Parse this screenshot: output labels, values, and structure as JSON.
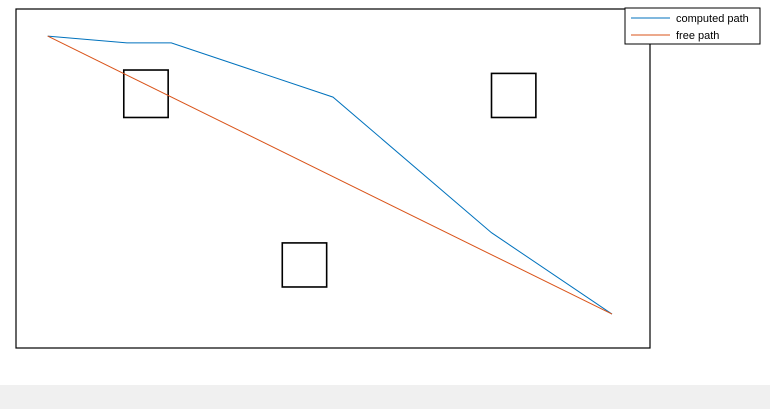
{
  "chart_data": {
    "type": "line",
    "title": "",
    "xlabel": "",
    "ylabel": "",
    "xlim": [
      0,
      100
    ],
    "ylim": [
      0,
      50
    ],
    "axes_visible": false,
    "grid": false,
    "legend_position": "top-right",
    "series": [
      {
        "name": "computed path",
        "color": "#0072BD",
        "x": [
          5,
          17.5,
          24.5,
          50,
          75,
          94
        ],
        "y": [
          46,
          45,
          45,
          37,
          17,
          5
        ]
      },
      {
        "name": "free path",
        "color": "#D95319",
        "x": [
          5,
          94
        ],
        "y": [
          46,
          5
        ]
      }
    ],
    "obstacles": [
      {
        "x": [
          17,
          24
        ],
        "y": [
          34,
          41
        ]
      },
      {
        "x": [
          75,
          82
        ],
        "y": [
          34,
          40.5
        ]
      },
      {
        "x": [
          42,
          49
        ],
        "y": [
          9,
          15.5
        ]
      }
    ]
  }
}
